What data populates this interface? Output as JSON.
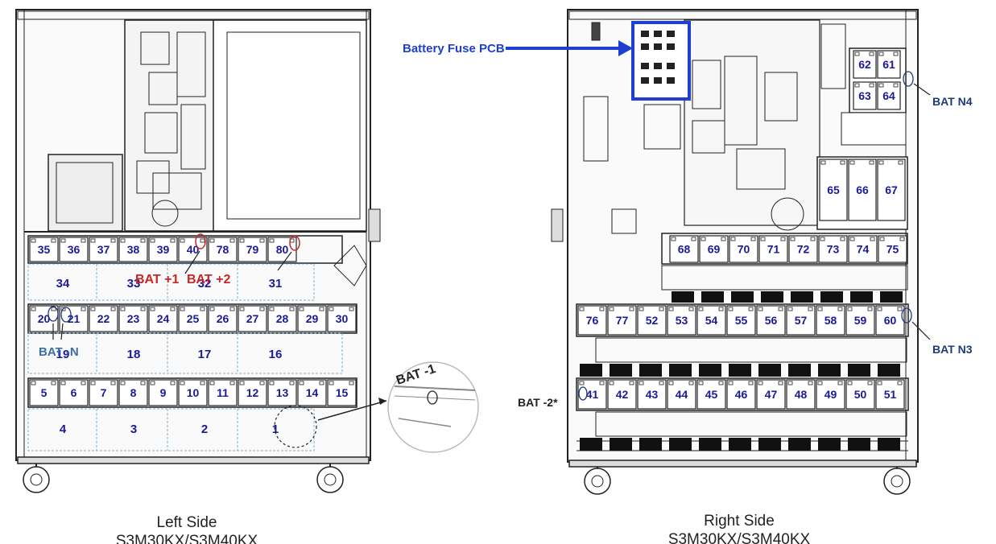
{
  "labels": {
    "battery_fuse_pcb": "Battery Fuse PCB",
    "bat_n4": "BAT N4",
    "bat_n3": "BAT N3",
    "bat_minus_2": "BAT -2*",
    "bat_minus_1": "BAT -1",
    "bat_plus_1": "BAT +1",
    "bat_plus_2": "BAT +2",
    "bat_minus_n": "BAT -N"
  },
  "captions": {
    "left_title": "Left Side",
    "left_model": "S3M30KX/S3M40KX",
    "right_title": "Right Side",
    "right_model": "S3M30KX/S3M40KX"
  },
  "left_numbers": {
    "row1": [
      "35",
      "36",
      "37",
      "38",
      "39",
      "40",
      "78",
      "79",
      "80"
    ],
    "band1": [
      "34",
      "33",
      "32",
      "31"
    ],
    "row2": [
      "20",
      "21",
      "22",
      "23",
      "24",
      "25",
      "26",
      "27",
      "28",
      "29",
      "30"
    ],
    "band2": [
      "19",
      "18",
      "17",
      "16"
    ],
    "row3": [
      "5",
      "6",
      "7",
      "8",
      "9",
      "10",
      "11",
      "12",
      "13",
      "14",
      "15"
    ],
    "band3": [
      "4",
      "3",
      "2",
      "1"
    ]
  },
  "right_numbers": {
    "top_block_upper": [
      "62",
      "61"
    ],
    "top_block_lower": [
      "63",
      "64"
    ],
    "mid_block": [
      "65",
      "66",
      "67"
    ],
    "row1": [
      "68",
      "69",
      "70",
      "71",
      "72",
      "73",
      "74",
      "75"
    ],
    "row2": [
      "76",
      "77",
      "52",
      "53",
      "54",
      "55",
      "56",
      "57",
      "58",
      "59",
      "60"
    ],
    "row3": [
      "41",
      "42",
      "43",
      "44",
      "45",
      "46",
      "47",
      "48",
      "49",
      "50",
      "51"
    ]
  },
  "colors": {
    "battery_number": "#1a1a9a",
    "callout_label": "#1f3a7a",
    "polarity_label": "#c62828",
    "pcb_highlight": "#1e3fcf"
  }
}
